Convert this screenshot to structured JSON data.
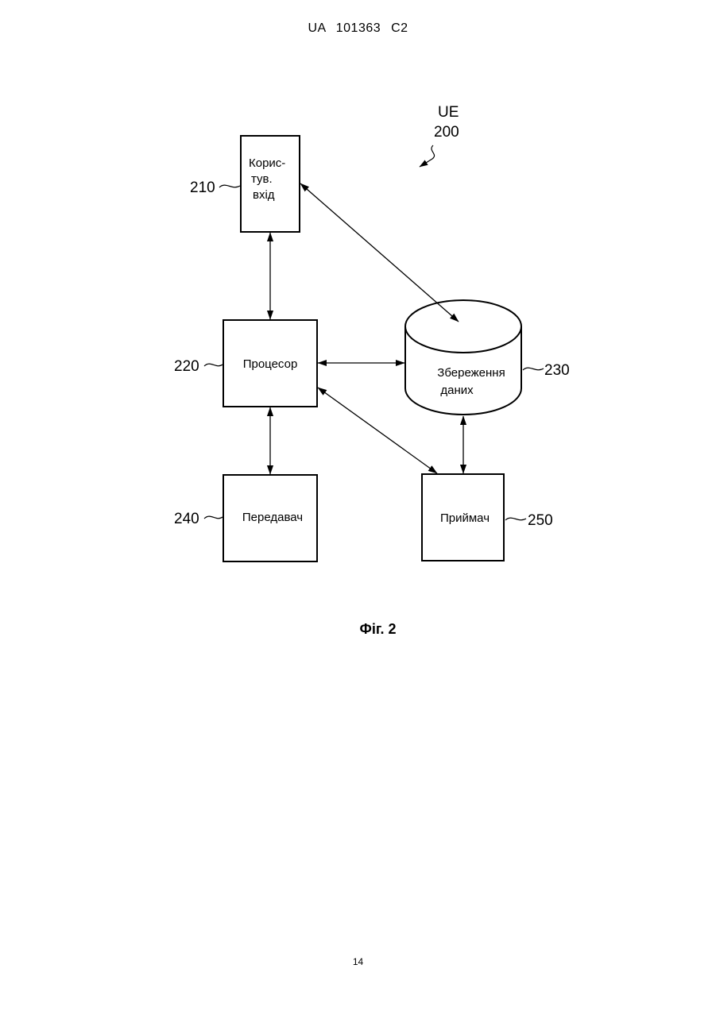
{
  "header": {
    "text": "UA   101363   C2"
  },
  "figure": {
    "ue_label": "UE",
    "ue_number": "200",
    "blocks": {
      "user_input": {
        "ref": "210",
        "lines": [
          "Корис-",
          "тув.",
          "вхід"
        ]
      },
      "processor": {
        "ref": "220",
        "label": "Процесор"
      },
      "storage": {
        "ref": "230",
        "lines": [
          "Збереження",
          "даних"
        ]
      },
      "transmitter": {
        "ref": "240",
        "label": "Передавач"
      },
      "receiver": {
        "ref": "250",
        "label": "Приймач"
      }
    },
    "caption": "Фіг. 2"
  },
  "page": {
    "number": "14"
  }
}
